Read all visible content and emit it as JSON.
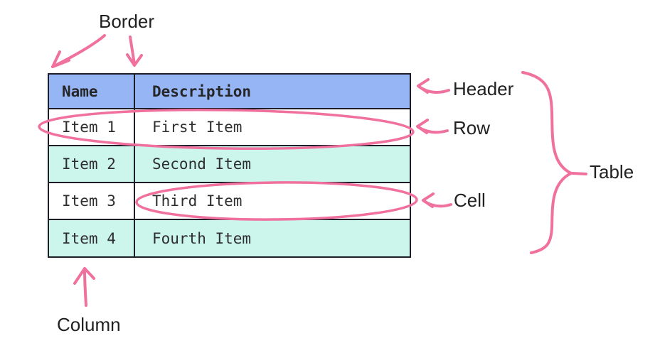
{
  "diagram": {
    "table": {
      "columns": [
        {
          "label": "Name"
        },
        {
          "label": "Description"
        }
      ],
      "rows": [
        {
          "name": "Item 1",
          "description": "First Item"
        },
        {
          "name": "Item 2",
          "description": "Second Item"
        },
        {
          "name": "Item 3",
          "description": "Third Item"
        },
        {
          "name": "Item 4",
          "description": "Fourth Item"
        }
      ]
    },
    "annotations": {
      "border_label": "Border",
      "header_label": "Header",
      "row_label": "Row",
      "cell_label": "Cell",
      "table_label": "Table",
      "column_label": "Column"
    },
    "colors": {
      "header_fill": "#96b5f5",
      "row_fill": "#ffffff",
      "row_alt_fill": "#ccf5ec",
      "annotation_pink": "#f0709e",
      "table_border": "#1e1e29",
      "text": "#2e2e2e"
    }
  }
}
